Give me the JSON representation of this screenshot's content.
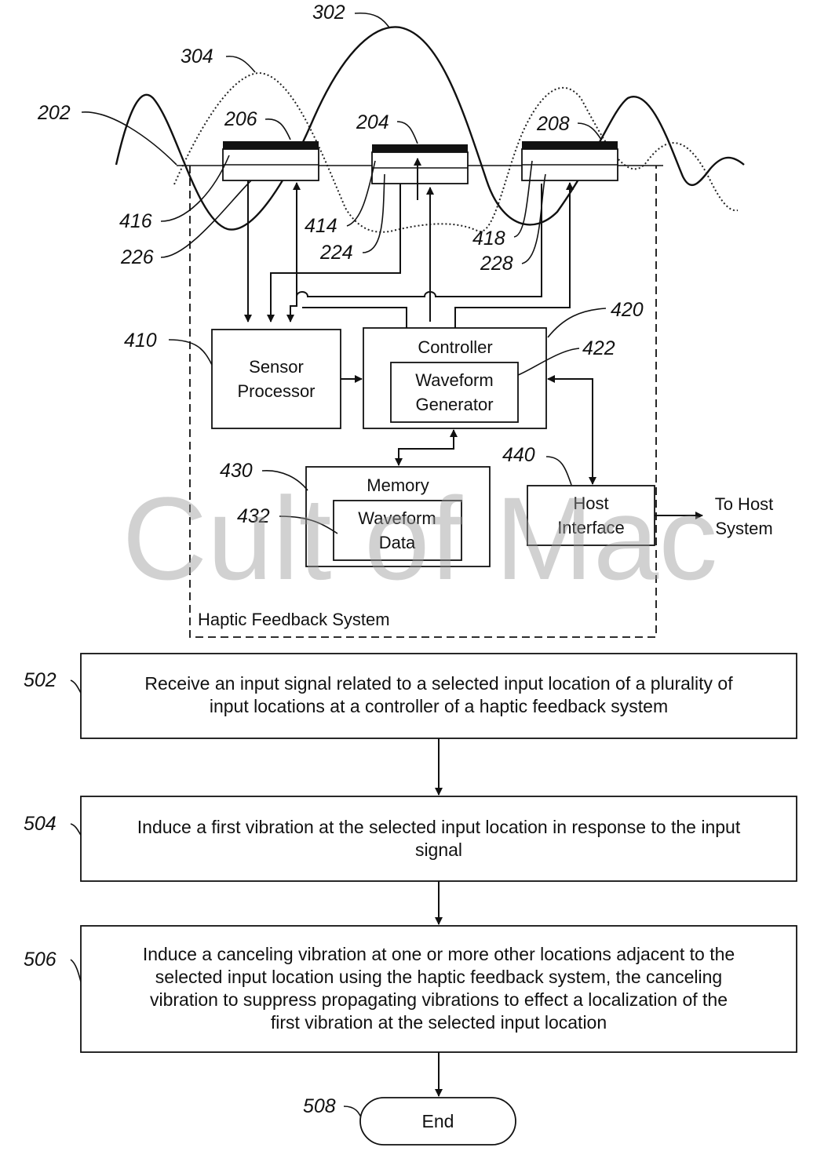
{
  "refs": {
    "r302": "302",
    "r304": "304",
    "r202": "202",
    "r206": "206",
    "r204": "204",
    "r208": "208",
    "r416": "416",
    "r226": "226",
    "r414": "414",
    "r224": "224",
    "r418": "418",
    "r228": "228",
    "r420": "420",
    "r422": "422",
    "r410": "410",
    "r440": "440",
    "r430": "430",
    "r432": "432",
    "r502": "502",
    "r504": "504",
    "r506": "506",
    "r508": "508"
  },
  "blocks": {
    "sensor_processor": [
      "Sensor",
      "Processor"
    ],
    "controller": "Controller",
    "waveform_generator": [
      "Waveform",
      "Generator"
    ],
    "memory": "Memory",
    "waveform_data": [
      "Waveform",
      "Data"
    ],
    "host_interface": [
      "Host",
      "Interface"
    ],
    "to_host": [
      "To Host",
      "System"
    ],
    "system_label": "Haptic Feedback System"
  },
  "flow": {
    "step502": [
      "Receive an input signal related to a selected input location of a plurality of",
      "input locations at a controller of a haptic feedback system"
    ],
    "step504": [
      "Induce a first vibration at the selected input location in response to the input",
      "signal"
    ],
    "step506": [
      "Induce a canceling vibration at one or more other locations adjacent to the",
      "selected input location using the haptic feedback system, the canceling",
      "vibration to suppress propagating vibrations to effect a localization of the",
      "first vibration at the selected input location"
    ],
    "end": "End"
  },
  "watermark": "Cult of Mac"
}
